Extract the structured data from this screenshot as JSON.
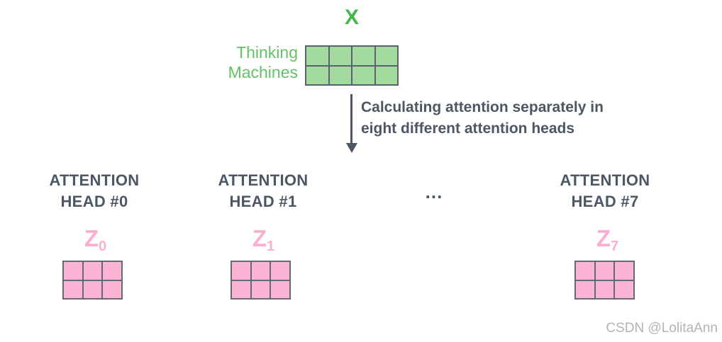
{
  "colors": {
    "green_accent": "#42b649",
    "green_text": "#63c166",
    "green_cell": "#a2da9d",
    "grid_border": "#59616c",
    "slate": "#4c5664",
    "pink_accent": "#fbaed2",
    "pink_cell": "#fcb4d4",
    "pink_border": "#636a75",
    "watermark_gray": "#b3b3b3"
  },
  "input": {
    "label": "X",
    "row_labels": [
      "Thinking",
      "Machines"
    ],
    "matrix": {
      "rows": 2,
      "cols": 4
    }
  },
  "process": {
    "caption_line1": "Calculating attention separately in",
    "caption_line2": "eight different attention heads"
  },
  "heads": [
    {
      "title_line1": "ATTENTION",
      "title_line2": "HEAD #0",
      "z_base": "Z",
      "z_sub": "0",
      "matrix": {
        "rows": 2,
        "cols": 3
      }
    },
    {
      "title_line1": "ATTENTION",
      "title_line2": "HEAD #1",
      "z_base": "Z",
      "z_sub": "1",
      "matrix": {
        "rows": 2,
        "cols": 3
      }
    },
    {
      "title_line1": "ATTENTION",
      "title_line2": "HEAD #7",
      "z_base": "Z",
      "z_sub": "7",
      "matrix": {
        "rows": 2,
        "cols": 3
      }
    }
  ],
  "heads_ellipsis": "...",
  "watermark": "CSDN @LolitaAnn"
}
